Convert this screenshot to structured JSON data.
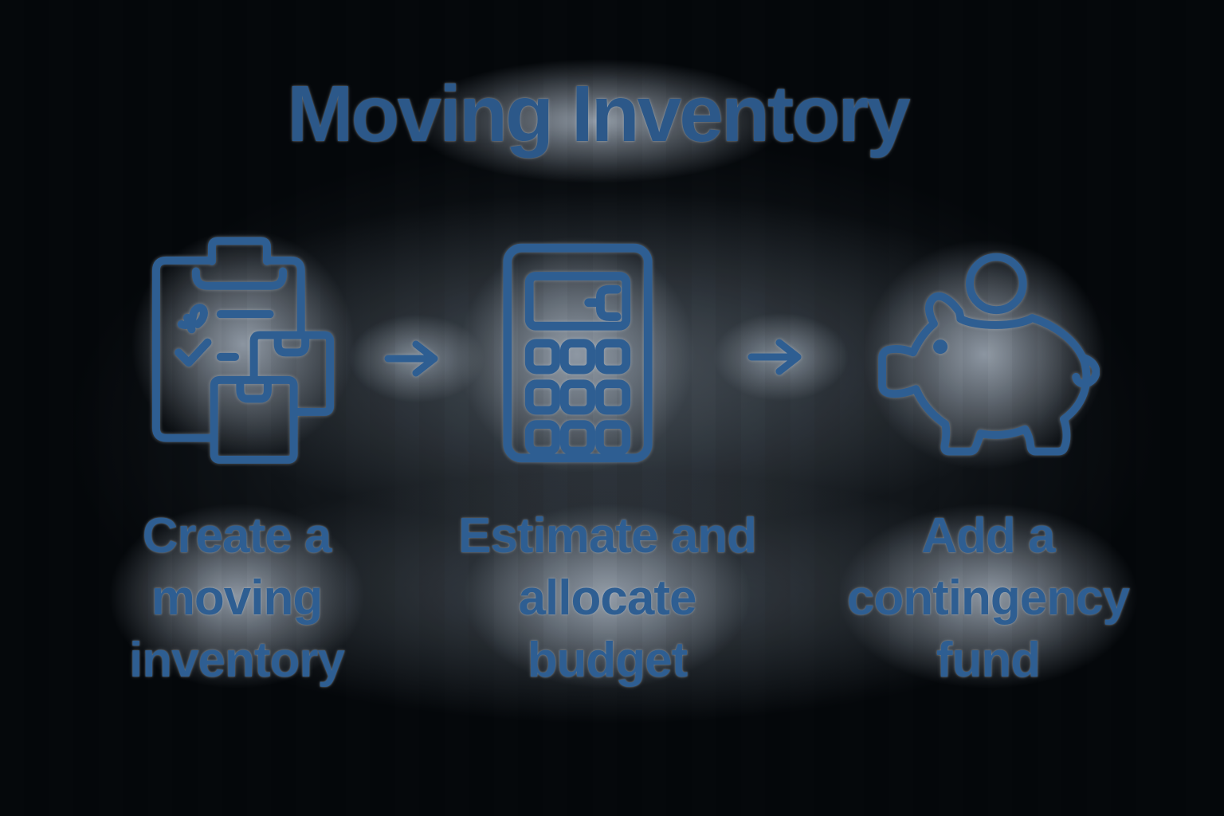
{
  "title": "Moving Inventory",
  "colors": {
    "background": "#04070a",
    "glow": "#929ea9",
    "accent": "#2e5e92"
  },
  "steps": [
    {
      "icon": "clipboard-boxes-icon",
      "label": "Create a moving inventory",
      "lines": [
        "Create a",
        "moving",
        "inventory"
      ]
    },
    {
      "icon": "calculator-icon",
      "label": "Estimate and allocate budget",
      "lines": [
        "Estimate and",
        "allocate",
        "budget"
      ]
    },
    {
      "icon": "piggy-bank-icon",
      "label": "Add a contingency fund",
      "lines": [
        "Add a",
        "contingency",
        "fund"
      ]
    }
  ],
  "arrows": [
    {
      "icon": "right-arrow-icon",
      "glyph": "→"
    },
    {
      "icon": "right-arrow-icon",
      "glyph": "→"
    }
  ]
}
